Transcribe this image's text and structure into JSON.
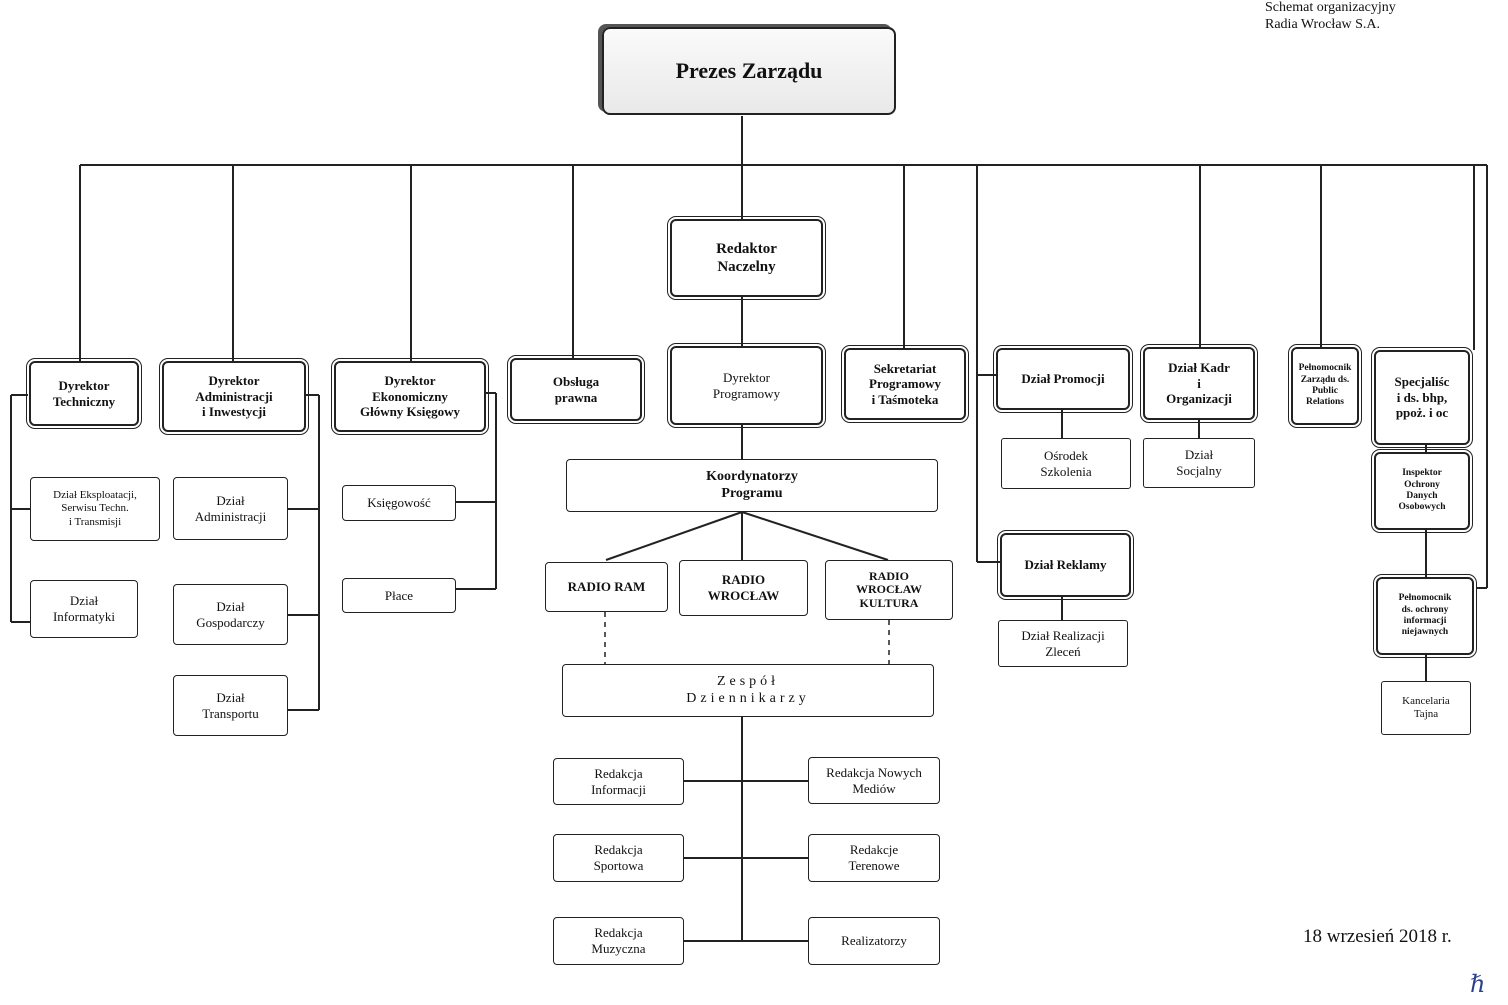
{
  "header": {
    "line1": "Schemat organizacyjny",
    "line2": "Radia Wrocław S.A."
  },
  "date": "18 wrzesień 2018 r.",
  "signature_mark": "ℏ",
  "nodes": {
    "prezes": [
      "Prezes Zarządu"
    ],
    "redaktor_naczelny": [
      "Redaktor",
      "Naczelny"
    ],
    "dyrektor_techniczny": [
      "Dyrektor",
      "Techniczny"
    ],
    "dzial_eksploatacji": [
      "Dział Eksploatacji,",
      "Serwisu Techn.",
      "i Transmisji"
    ],
    "dzial_informatyki": [
      "Dział",
      "Informatyki"
    ],
    "dyrektor_administracji": [
      "Dyrektor",
      "Administracji",
      "i Inwestycji"
    ],
    "dzial_administracji": [
      "Dział",
      "Administracji"
    ],
    "dzial_gospodarczy": [
      "Dział",
      "Gospodarczy"
    ],
    "dzial_transportu": [
      "Dział",
      "Transportu"
    ],
    "dyrektor_ekonomiczny": [
      "Dyrektor",
      "Ekonomiczny",
      "Główny Księgowy"
    ],
    "ksiegowosc": [
      "Księgowość"
    ],
    "place": [
      "Płace"
    ],
    "obsluga_prawna": [
      "Obsługa",
      "prawna"
    ],
    "dyrektor_programowy": [
      "Dyrektor",
      "Programowy"
    ],
    "koordynatorzy": [
      "Koordynatorzy",
      "Programu"
    ],
    "radio_ram": [
      "RADIO RAM"
    ],
    "radio_wroclaw": [
      "RADIO",
      "WROCŁAW"
    ],
    "radio_wroclaw_kultura": [
      "RADIO",
      "WROCŁAW",
      "KULTURA"
    ],
    "zespol_dziennikarzy": [
      "Zespół",
      "Dziennikarzy"
    ],
    "redakcja_informacji": [
      "Redakcja",
      "Informacji"
    ],
    "redakcja_sportowa": [
      "Redakcja",
      "Sportowa"
    ],
    "redakcja_muzyczna": [
      "Redakcja",
      "Muzyczna"
    ],
    "redakcja_nowych_mediow": [
      "Redakcja Nowych",
      "Mediów"
    ],
    "redakcje_terenowe": [
      "Redakcje",
      "Terenowe"
    ],
    "realizatorzy": [
      "Realizatorzy"
    ],
    "sekretariat": [
      "Sekretariat",
      "Programowy",
      "i Taśmoteka"
    ],
    "dzial_promocji": [
      "Dział Promocji"
    ],
    "osrodek_szkolenia": [
      "Ośrodek",
      "Szkolenia"
    ],
    "dzial_reklamy": [
      "Dział Reklamy"
    ],
    "dzial_realizacji_zlecen": [
      "Dział Realizacji",
      "Zleceń"
    ],
    "dzial_kadr": [
      "Dział Kadr",
      "i",
      "Organizacji"
    ],
    "dzial_socjalny": [
      "Dział",
      "Socjalny"
    ],
    "pelnomocnik_pr": [
      "Pełnomocnik",
      "Zarządu ds.",
      "Public",
      "Relations"
    ],
    "specjalista_bhp": [
      "Specjaliśc",
      "i ds. bhp,",
      "ppoż. i oc"
    ],
    "inspektor_odo": [
      "Inspektor",
      "Ochrony",
      "Danych",
      "Osobowych"
    ],
    "pelnomocnik_ochrony": [
      "Pełnomocnik",
      "ds. ochrony",
      "informacji",
      "niejawnych"
    ],
    "kancelaria_tajna": [
      "Kancelaria",
      "Tajna"
    ]
  }
}
